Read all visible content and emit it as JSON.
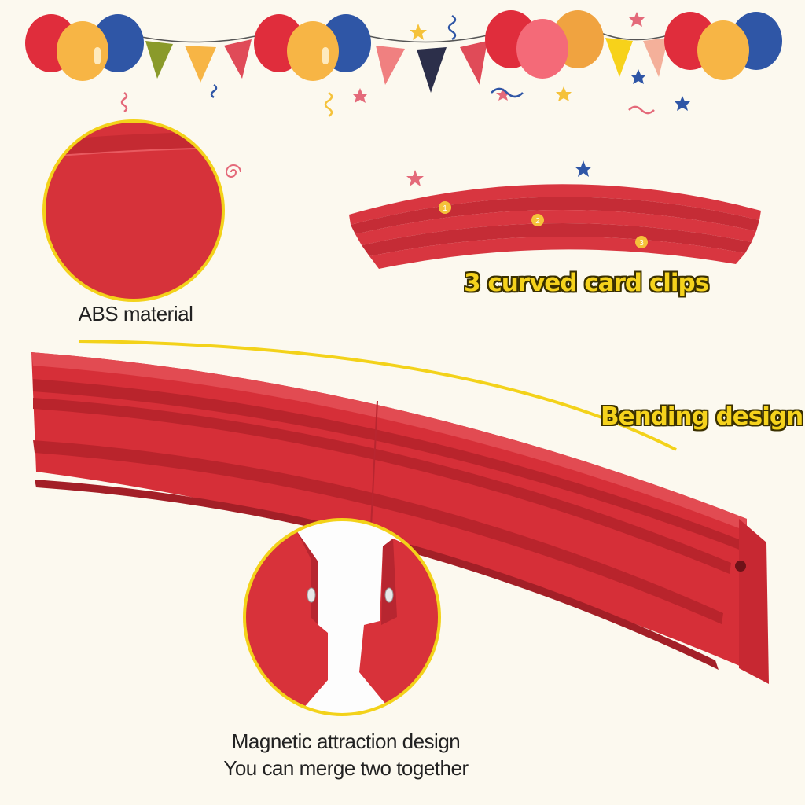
{
  "labels": {
    "abs_material": "ABS material",
    "curved_clips": "3 curved card clips",
    "bending": "Bending design",
    "magnetic_line1": "Magnetic attraction design",
    "magnetic_line2": "You can merge two together"
  },
  "clip_markers": [
    "1",
    "2",
    "3"
  ],
  "colors": {
    "background": "#fcf9ef",
    "product_red": "#d8323a",
    "accent_yellow": "#f5d21c",
    "circle_border": "#f3d21a"
  },
  "icons": [
    "balloon-icon",
    "pennant-flag-icon",
    "star-icon",
    "confetti-swirl-icon",
    "magnet-icon"
  ]
}
